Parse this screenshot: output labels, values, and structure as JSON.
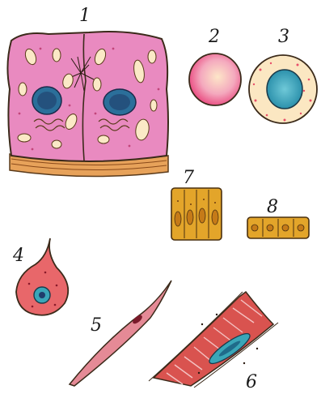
{
  "labels": {
    "one": "1",
    "two": "2",
    "three": "3",
    "four": "4",
    "five": "5",
    "six": "6",
    "seven": "7",
    "eight": "8"
  },
  "colors": {
    "cytoplasm_pink": "#e98ac0",
    "nucleus_blue": "#2d8fa6",
    "nucleus_dark": "#1f3d6b",
    "egg_pink": "#ec5f95",
    "egg_cream": "#fbe7c2",
    "epithelium_yellow": "#e3a52a",
    "smooth_muscle": "#e58a96",
    "striated_muscle": "#d9534f",
    "outline": "#3b2a1a"
  }
}
